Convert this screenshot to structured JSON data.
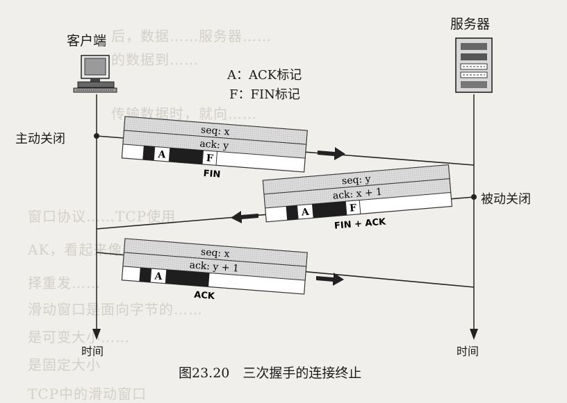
{
  "client_label": "客户端",
  "server_label": "服务器",
  "legend": {
    "ack": "A：ACK标记",
    "fin": "F：FIN标记"
  },
  "active_close": "主动关闭",
  "passive_close": "被动关闭",
  "time_label": "时间",
  "segments": [
    {
      "seq": "seq: x",
      "ack": "ack: y",
      "flags": [
        "A",
        "F"
      ],
      "label": "FIN"
    },
    {
      "seq": "seq: y",
      "ack": "ack: x + 1",
      "flags": [
        "A",
        "F"
      ],
      "label": "FIN + ACK"
    },
    {
      "seq": "seq: x",
      "ack": "ack: y + 1",
      "flags": [
        "A"
      ],
      "label": "ACK"
    }
  ],
  "caption": "图23.20　三次握手的连接终止",
  "bleed_through_text": [
    "后，数据……服务器……",
    "的数据到……",
    "传输数据时，就向……",
    "窗口协议……TCP使用",
    "AK，看起来像……",
    "择重发……",
    "滑动窗口是面向字节的……",
    "是可变大小……",
    "是固定大小",
    "TCP中的滑动窗口"
  ]
}
